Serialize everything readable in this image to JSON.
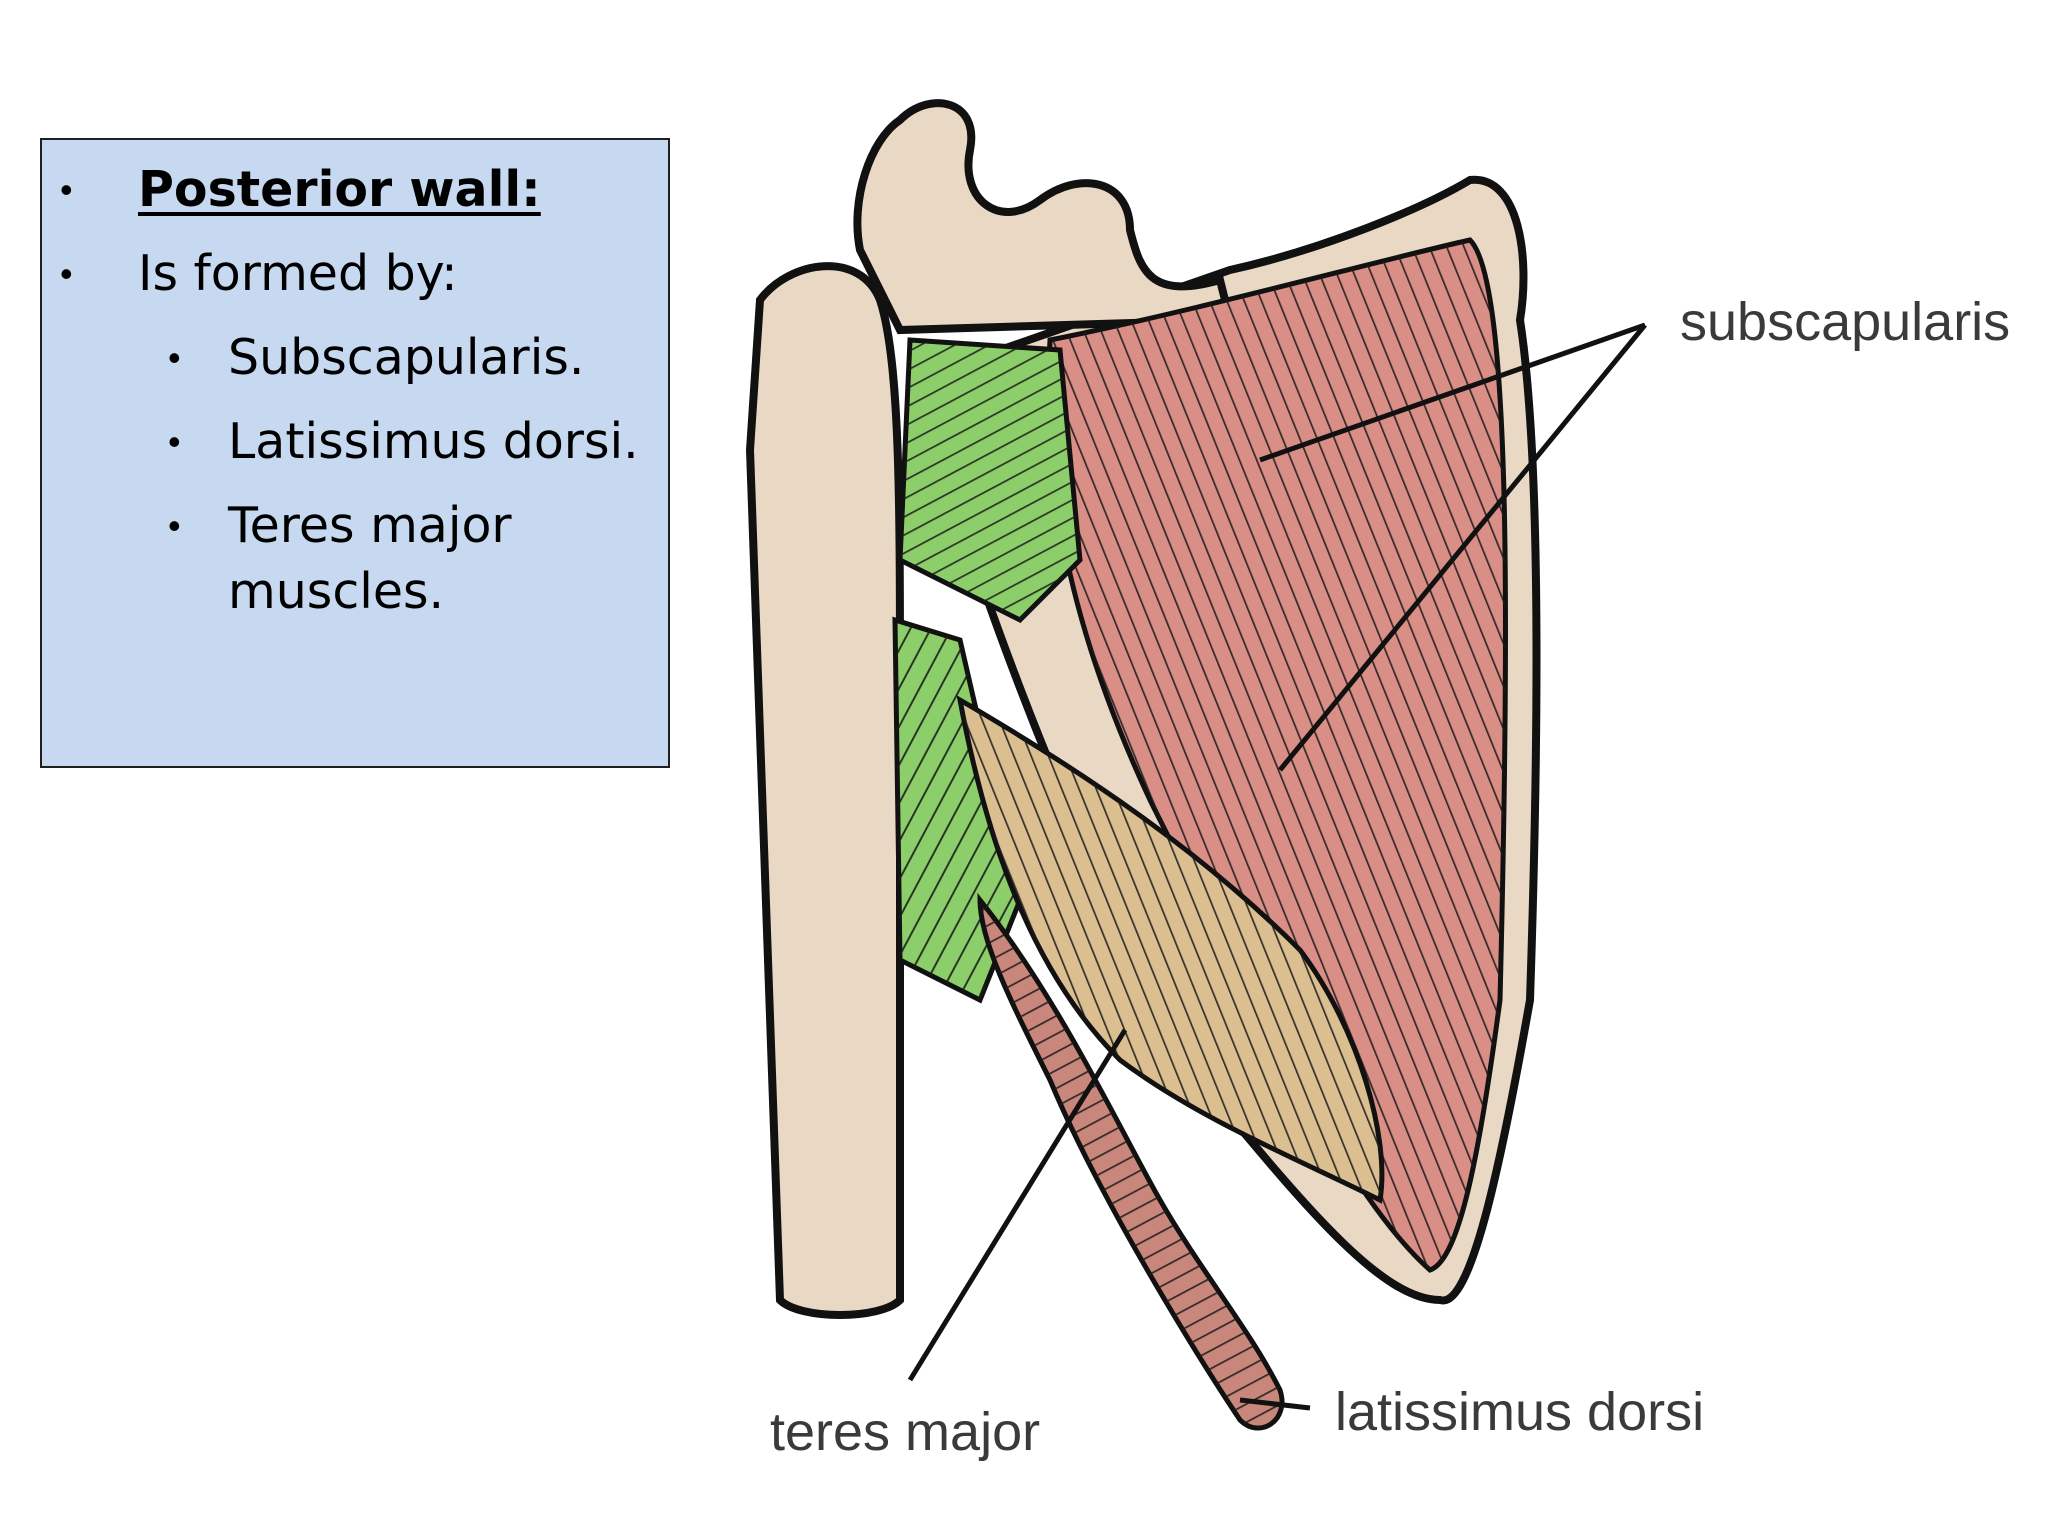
{
  "slide": {
    "heading": "Posterior wall:",
    "bullets": [
      {
        "text": "Is formed by:",
        "level": 1
      },
      {
        "text": "Subscapularis.",
        "level": 2
      },
      {
        "text": "Latissimus dorsi.",
        "level": 2
      },
      {
        "text": "Teres major",
        "level": 2
      },
      {
        "text": "muscles.",
        "level": 2
      }
    ]
  },
  "figure": {
    "labels": {
      "subscapularis": "subscapularis",
      "teres_major": "teres major",
      "latissimus_dorsi": "latissimus dorsi"
    }
  },
  "colors": {
    "textbox_fill": "#c6d9f1",
    "bone": "#e9d8c4",
    "subscapularis": "#d98e86",
    "teres_major": "#dcbf91",
    "latissimus": "#c9867a",
    "green_muscle": "#8ccf6a"
  }
}
